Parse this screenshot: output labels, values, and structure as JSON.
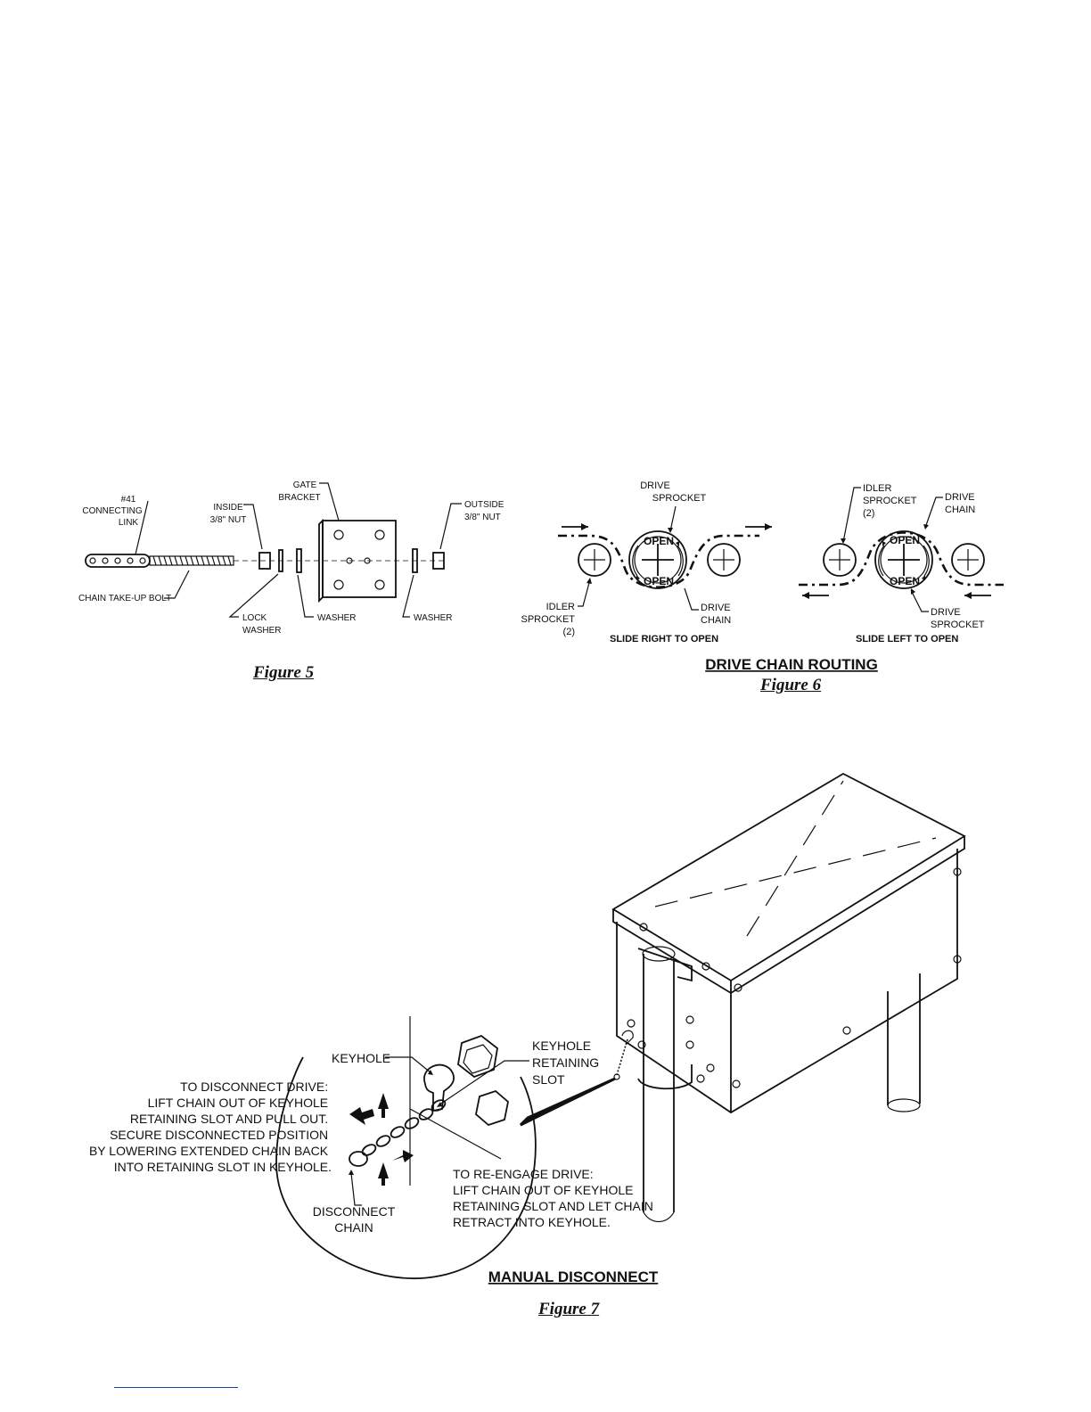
{
  "figure5": {
    "labels": {
      "connecting_link": [
        "#41",
        "CONNECTING",
        "LINK"
      ],
      "inside_nut": [
        "INSIDE",
        "3/8\" NUT"
      ],
      "gate_bracket": [
        "GATE",
        "BRACKET"
      ],
      "outside_nut": [
        "OUTSIDE",
        "3/8\" NUT"
      ],
      "take_up_bolt": "CHAIN TAKE-UP BOLT",
      "lock_washer": [
        "LOCK",
        "WASHER"
      ],
      "washer_1": "WASHER",
      "washer_2": "WASHER"
    },
    "caption": "Figure 5"
  },
  "figure6": {
    "left": {
      "drive_sprocket": [
        "DRIVE",
        "SPROCKET"
      ],
      "open_top": "OPEN",
      "open_bottom": "OPEN",
      "idler_sprocket": [
        "IDLER",
        "SPROCKET",
        "(2)"
      ],
      "drive_chain": [
        "DRIVE",
        "CHAIN"
      ],
      "subtitle": "SLIDE RIGHT TO OPEN"
    },
    "right": {
      "idler_sprocket": [
        "IDLER",
        "SPROCKET",
        "(2)"
      ],
      "drive_chain": [
        "DRIVE",
        "CHAIN"
      ],
      "open_top": "OPEN",
      "open_bottom": "OPEN",
      "drive_sprocket": [
        "DRIVE",
        "SPROCKET"
      ],
      "subtitle": "SLIDE LEFT TO OPEN"
    },
    "title": "DRIVE CHAIN ROUTING",
    "caption": "Figure 6"
  },
  "figure7": {
    "keyhole": "KEYHOLE",
    "retaining_slot": [
      "KEYHOLE",
      "RETAINING",
      "SLOT"
    ],
    "disconnect_text": [
      "TO DISCONNECT DRIVE:",
      "LIFT CHAIN OUT OF KEYHOLE",
      "RETAINING SLOT AND PULL OUT.",
      "SECURE DISCONNECTED POSITION",
      "BY LOWERING EXTENDED CHAIN BACK",
      "INTO RETAINING SLOT IN KEYHOLE."
    ],
    "reengage_text": [
      "TO RE-ENGAGE DRIVE:",
      "LIFT CHAIN OUT OF KEYHOLE",
      "RETAINING SLOT AND LET CHAIN",
      "RETRACT INTO KEYHOLE."
    ],
    "disconnect_chain": [
      "DISCONNECT",
      "CHAIN"
    ],
    "title": "MANUAL DISCONNECT",
    "caption": "Figure 7"
  }
}
